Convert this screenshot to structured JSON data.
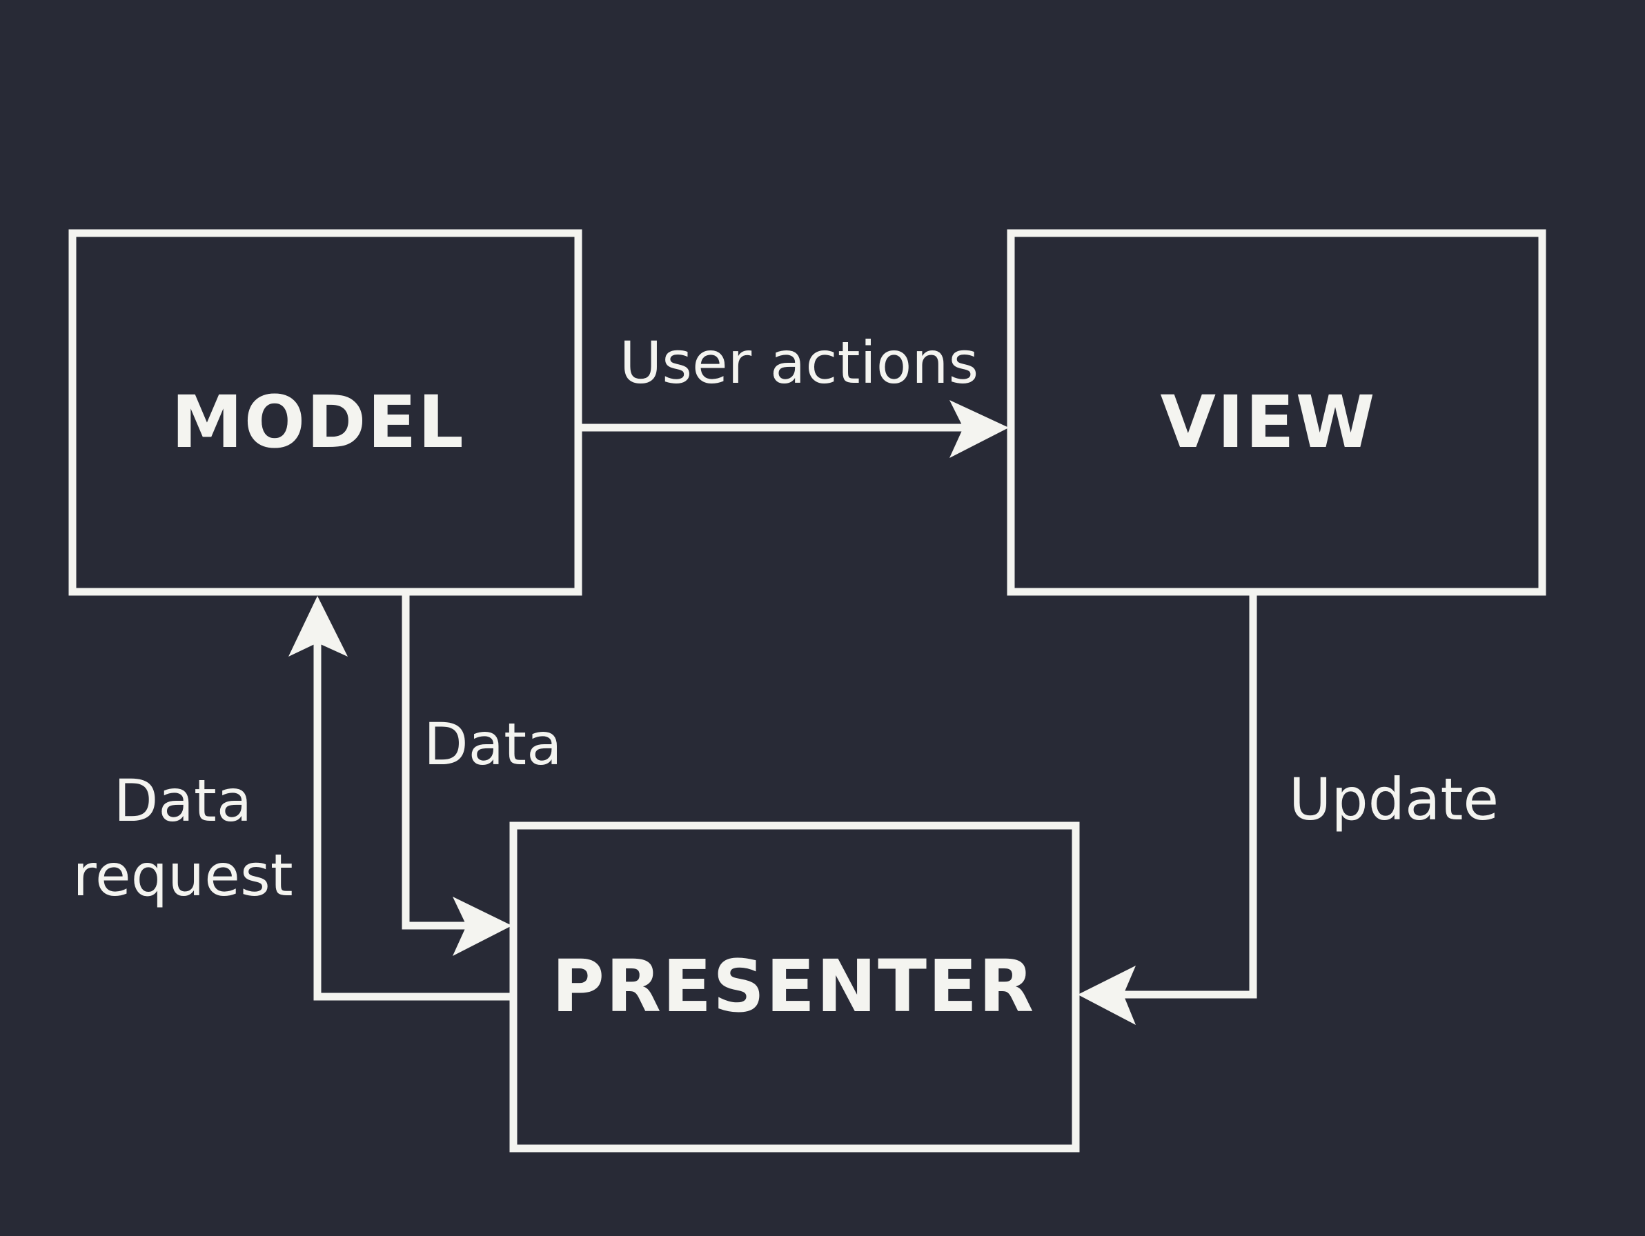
{
  "nodes": {
    "model": {
      "label": "MODEL"
    },
    "view": {
      "label": "VIEW"
    },
    "presenter": {
      "label": "PRESENTER"
    }
  },
  "edges": {
    "user_actions": {
      "label": "User actions"
    },
    "data": {
      "label": "Data"
    },
    "data_request": {
      "label_line1": "Data",
      "label_line2": "request"
    },
    "update": {
      "label": "Update"
    }
  },
  "colors": {
    "background": "#282a36",
    "foreground": "#f4f4f0"
  }
}
